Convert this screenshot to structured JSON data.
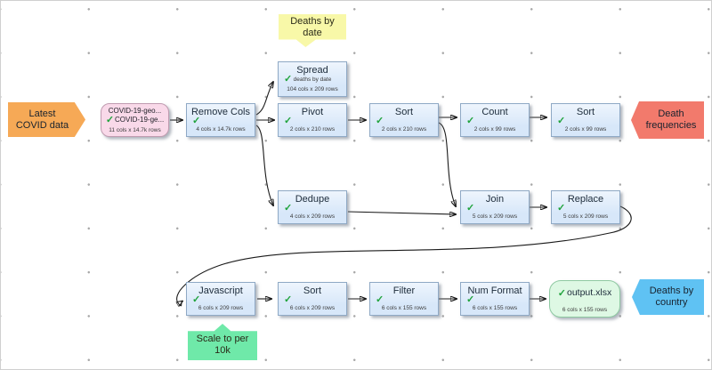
{
  "icons": {
    "check": "✓"
  },
  "colors": {
    "node_fill": "#d7e7f9",
    "node_border": "#8fa9c5",
    "source_fill": "#f9d9e9",
    "source_border": "#c09cb0",
    "output_fill": "#def8e4",
    "output_border": "#8fc9a2",
    "input_flag": "#f6a956",
    "result_flag_red": "#f27a6c",
    "result_flag_blue": "#5fc2f3",
    "note_yellow": "#f8f8a8",
    "note_green": "#6fe9a9",
    "check_green": "#1fa33c",
    "edge": "#1a1a1a"
  },
  "flags": {
    "input": {
      "label": "Latest COVID data"
    },
    "death_freq": {
      "label": "Death frequencies"
    },
    "deaths_country": {
      "label": "Deaths by country"
    }
  },
  "notes": {
    "deaths_by_date": {
      "label": "Deaths by date"
    },
    "scale": {
      "label": "Scale to per 10k"
    }
  },
  "nodes": {
    "source": {
      "title": "COVID-19-geo...",
      "title2": "COVID-19-ge...",
      "stats": "11 cols x 14.7k rows"
    },
    "remove_cols": {
      "title": "Remove Cols",
      "stats": "4 cols x 14.7k rows"
    },
    "spread": {
      "title": "Spread",
      "sub": "deaths by date",
      "stats": "104 cols x 209 rows"
    },
    "pivot": {
      "title": "Pivot",
      "stats": "2 cols x 210 rows"
    },
    "sort1": {
      "title": "Sort",
      "stats": "2 cols x 210 rows"
    },
    "count": {
      "title": "Count",
      "stats": "2 cols x 99 rows"
    },
    "sort2": {
      "title": "Sort",
      "stats": "2 cols x 99 rows"
    },
    "dedupe": {
      "title": "Dedupe",
      "stats": "4 cols x 209 rows"
    },
    "join": {
      "title": "Join",
      "stats": "5 cols x 209 rows"
    },
    "replace": {
      "title": "Replace",
      "stats": "5 cols x 209 rows"
    },
    "javascript": {
      "title": "Javascript",
      "stats": "6 cols x 209 rows"
    },
    "sort3": {
      "title": "Sort",
      "stats": "6 cols x 209 rows"
    },
    "filter": {
      "title": "Filter",
      "stats": "6 cols x 155 rows"
    },
    "num_format": {
      "title": "Num Format",
      "stats": "6 cols x 155 rows"
    },
    "output": {
      "title": "output.xlsx",
      "stats": "6 cols x 155 rows"
    }
  }
}
